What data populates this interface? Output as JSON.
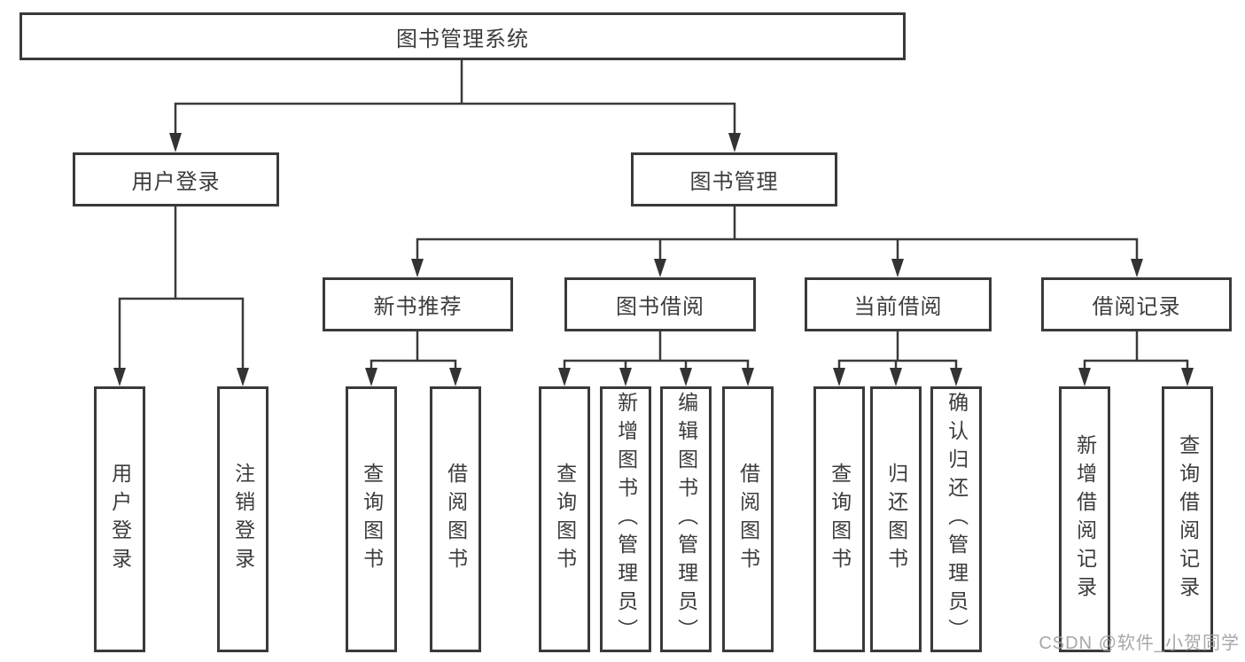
{
  "diagram": {
    "type": "tree",
    "root": "图书管理系统",
    "level2": [
      "用户登录",
      "图书管理"
    ],
    "level3": [
      "新书推荐",
      "图书借阅",
      "当前借阅",
      "借阅记录"
    ],
    "leaves": {
      "user_login": [
        "用户登录",
        "注销登录"
      ],
      "new_book_recommend": [
        "查询图书",
        "借阅图书"
      ],
      "book_borrow": [
        "查询图书",
        "新增图书（管理员）",
        "编辑图书（管理员）",
        "借阅图书"
      ],
      "current_borrow": [
        "查询图书",
        "归还图书",
        "确认归还（管理员）"
      ],
      "borrow_record": [
        "新增借阅记录",
        "查询借阅记录"
      ]
    },
    "watermark": "CSDN @软件_小贺同学",
    "colors": {
      "line": "#3a3a3a",
      "text": "#3c3c3c",
      "background": "#ffffff",
      "watermark": "#9e9e9e"
    }
  }
}
